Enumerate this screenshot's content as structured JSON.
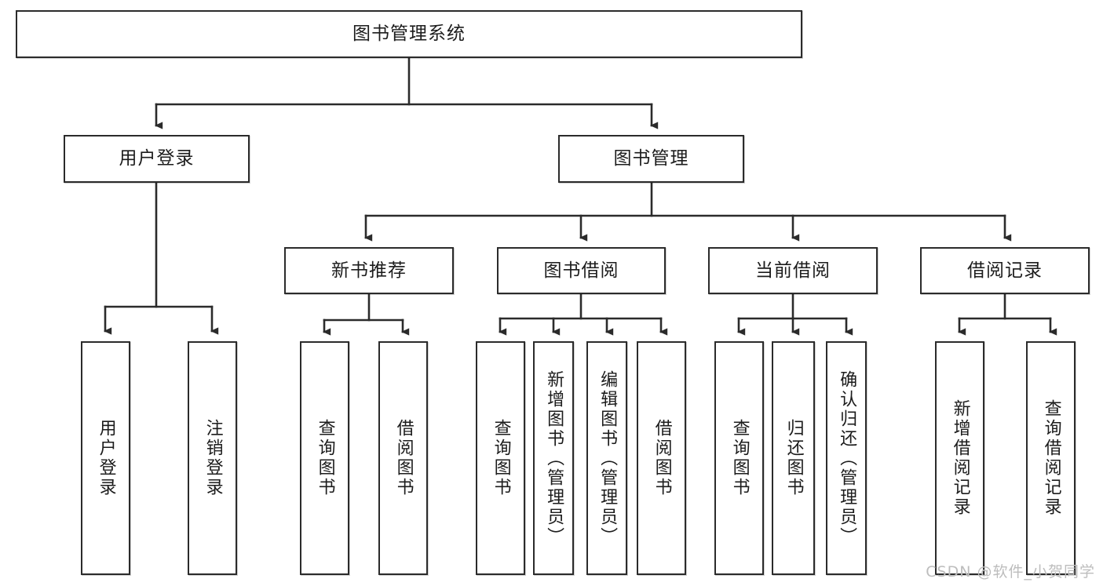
{
  "diagram": {
    "title": "图书管理系统",
    "watermark": "CSDN @软件_小贺同学",
    "style": {
      "border_color": "#2b2b2b",
      "fill_color": "#ffffff",
      "text_color": "#1c1c1c",
      "watermark_color": "#bdbdbd",
      "background": "#ffffff"
    },
    "nodes": {
      "root": {
        "label": "图书管理系统"
      },
      "level2": [
        {
          "label": "用户登录"
        },
        {
          "label": "图书管理"
        }
      ],
      "level3": [
        {
          "label": "新书推荐"
        },
        {
          "label": "图书借阅"
        },
        {
          "label": "当前借阅"
        },
        {
          "label": "借阅记录"
        }
      ],
      "leaves": {
        "user_login": [
          {
            "label": "用户登录"
          },
          {
            "label": "注销登录"
          }
        ],
        "new_book_recommend": [
          {
            "label": "查询图书"
          },
          {
            "label": "借阅图书"
          }
        ],
        "book_borrow": [
          {
            "label": "查询图书"
          },
          {
            "label": "新增图书（管理员）"
          },
          {
            "label": "编辑图书（管理员）"
          },
          {
            "label": "借阅图书"
          }
        ],
        "current_borrow": [
          {
            "label": "查询图书"
          },
          {
            "label": "归还图书"
          },
          {
            "label": "确认归还（管理员）"
          }
        ],
        "borrow_record": [
          {
            "label": "新增借阅记录"
          },
          {
            "label": "查询借阅记录"
          }
        ]
      }
    }
  }
}
